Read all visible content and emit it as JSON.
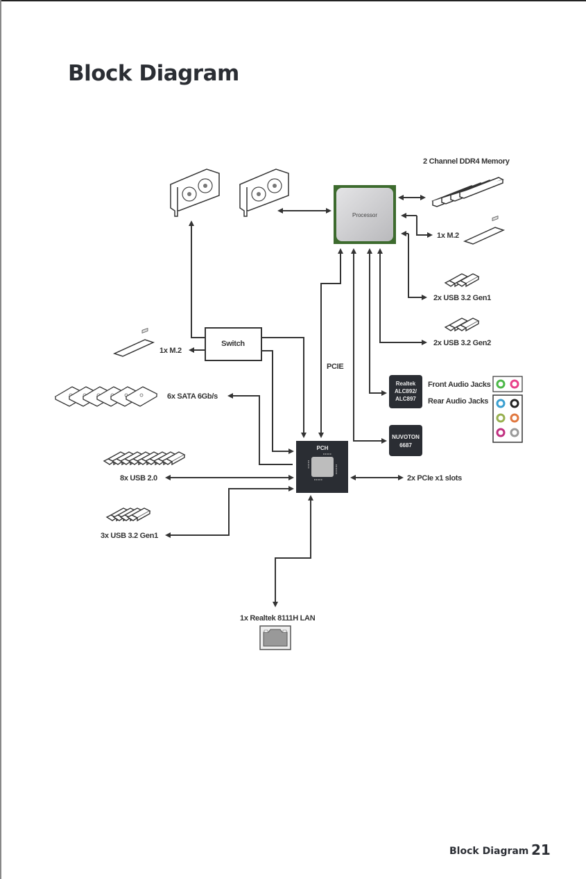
{
  "page": {
    "title": "Block Diagram",
    "footer_label": "Block Diagram",
    "page_number": "21"
  },
  "diagram": {
    "processor": {
      "label": "Processor"
    },
    "pch": {
      "label": "PCH"
    },
    "switch": {
      "label": "Switch"
    },
    "pcie_label": "PCIE",
    "memory": {
      "label": "2 Channel DDR4 Memory"
    },
    "cpu_m2": {
      "label": "1x M.2"
    },
    "cpu_usb_gen1": {
      "label": "2x USB 3.2 Gen1"
    },
    "cpu_usb_gen2": {
      "label": "2x USB 3.2 Gen2"
    },
    "switch_m2": {
      "label": "1x M.2"
    },
    "sata": {
      "label": "6x SATA 6Gb/s"
    },
    "usb20": {
      "label": "8x USB 2.0"
    },
    "pch_usb_gen1": {
      "label": "3x USB 3.2 Gen1"
    },
    "pcie_x1": {
      "label": "2x PCIe x1 slots"
    },
    "lan": {
      "label": "1x Realtek 8111H LAN"
    },
    "audio_codec": {
      "line1": "Realtek",
      "line2": "ALC892/",
      "line3": "ALC897"
    },
    "superio": {
      "line1": "NUVOTON",
      "line2": "6687"
    },
    "front_audio": {
      "label": "Front Audio Jacks",
      "jack_colors": [
        "#4cb848",
        "#e8408a"
      ]
    },
    "rear_audio": {
      "label": "Rear Audio Jacks",
      "jack_colors": [
        "#3a9fd0",
        "#222222",
        "#98b050",
        "#e07840",
        "#c03080",
        "#9a9a9a"
      ]
    },
    "colors": {
      "processor_border": "#3d6b2e",
      "chip_dark": "#2a2d33",
      "line": "#333333"
    }
  }
}
